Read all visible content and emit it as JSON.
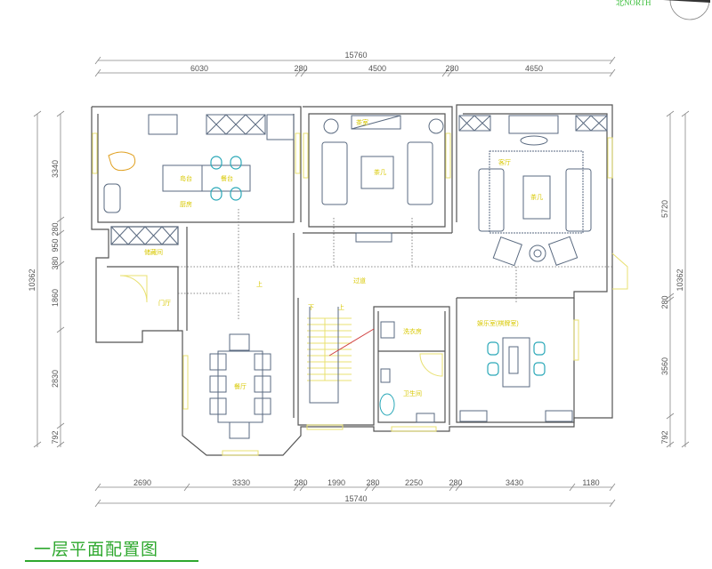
{
  "title": "一层平面配置图",
  "north_label": "北NORTH",
  "dimensions": {
    "top_total": "15760",
    "top": [
      "6030",
      "280",
      "4500",
      "280",
      "4650"
    ],
    "bottom": [
      "2690",
      "3330",
      "280",
      "1990",
      "280",
      "2250",
      "280",
      "3430",
      "1180"
    ],
    "bottom_total": "15740",
    "left_total": "10362",
    "left": [
      "3340",
      "280",
      "950",
      "380",
      "1860",
      "2830",
      "792"
    ],
    "right": [
      "5720",
      "280",
      "3560",
      "792"
    ],
    "right_total": "10362"
  },
  "rooms": {
    "kitchen": "厨房",
    "island_a": "岛台",
    "island_b": "餐台",
    "tea_room": "茶室",
    "tea_table": "茶几",
    "living_room": "客厅",
    "coffee_table": "茶几",
    "storage": "储藏间",
    "foyer": "门厅",
    "hall_mark": "上",
    "dining": "餐厅",
    "corridor": "过道",
    "laundry": "洗衣房",
    "toilet": "卫生间",
    "game_room": "娱乐室(棋牌室)",
    "stair_down": "下",
    "stair_up": "上"
  },
  "colors": {
    "title": "#2ea82e",
    "label": "#d8c800",
    "furniture_accent": "#2aa8b8"
  }
}
